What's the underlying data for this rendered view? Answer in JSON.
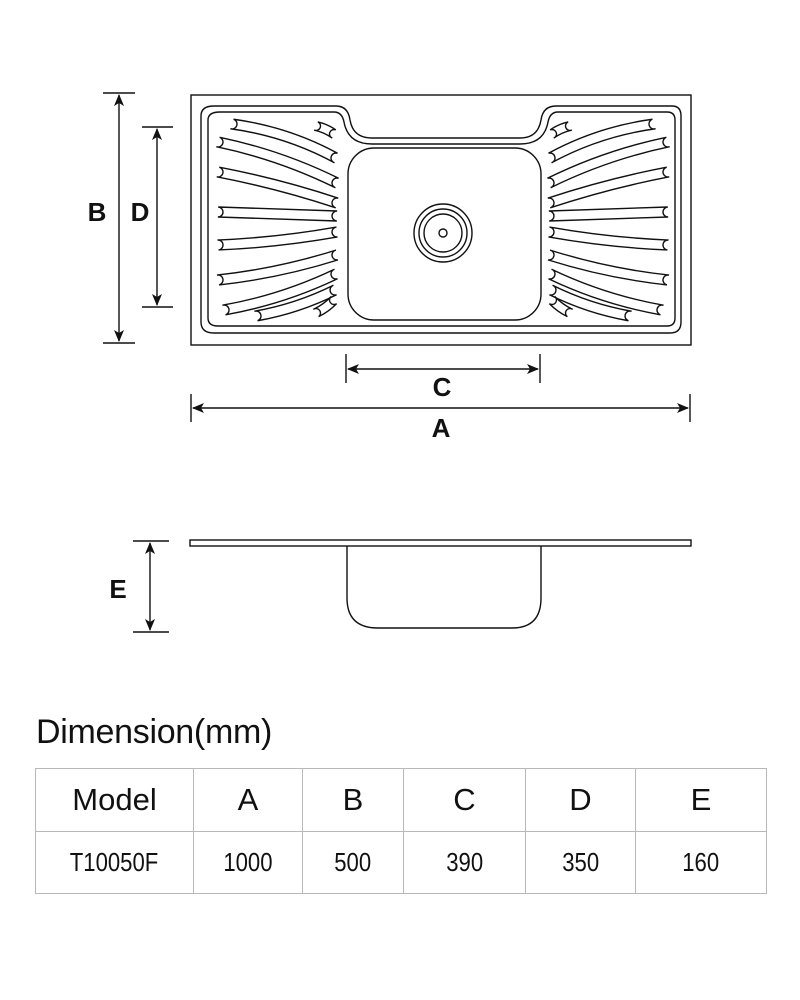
{
  "diagram": {
    "labels": {
      "a": "A",
      "b": "B",
      "c": "C",
      "d": "D",
      "e": "E"
    }
  },
  "table": {
    "title": "Dimension(mm)",
    "headers": [
      "Model",
      "A",
      "B",
      "C",
      "D",
      "E"
    ],
    "rows": [
      [
        "T10050F",
        "1000",
        "500",
        "390",
        "350",
        "160"
      ]
    ]
  }
}
